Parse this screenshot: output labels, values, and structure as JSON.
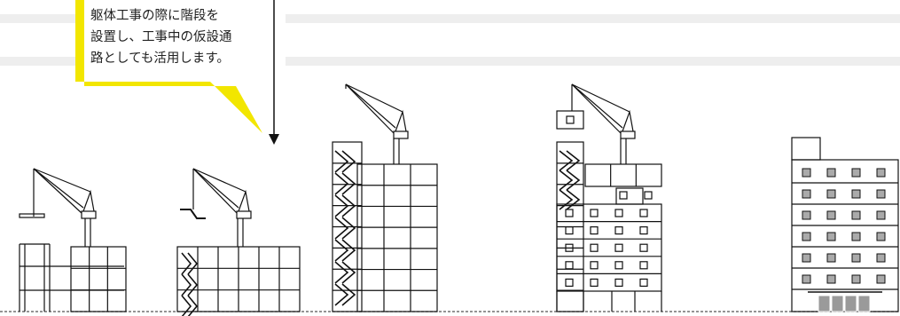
{
  "callout": {
    "lines": [
      "躯体工事の際に階段を",
      "設置し、工事中の仮設通",
      "路としても活用します。"
    ],
    "accent_color": "#f2e600"
  },
  "colors": {
    "gray_band": "#eeeeee",
    "line": "#111111",
    "ground_dash": "#555555",
    "window": "#aaaaaa",
    "entrance": "#9a9a9a"
  },
  "stages": [
    {
      "name": "stage-1",
      "description": "frame-2-floors-with-crane"
    },
    {
      "name": "stage-2",
      "description": "frame-2-floors-with-crane-and-stairs"
    },
    {
      "name": "stage-3",
      "description": "frame-7-floors-with-stairs"
    },
    {
      "name": "stage-4",
      "description": "facade-with-windows"
    },
    {
      "name": "stage-5",
      "description": "completed-building"
    }
  ]
}
